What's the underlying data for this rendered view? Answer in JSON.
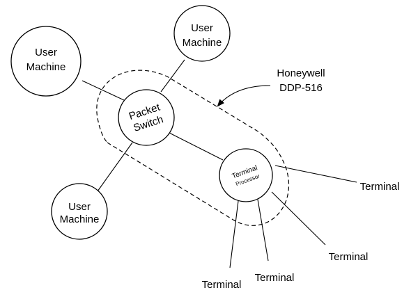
{
  "diagram": {
    "nodes": {
      "user_machine_left": {
        "line1": "User",
        "line2": "Machine"
      },
      "user_machine_top": {
        "line1": "User",
        "line2": "Machine"
      },
      "user_machine_bottom": {
        "line1": "User",
        "line2": "Machine"
      },
      "packet_switch": {
        "line1": "Packet",
        "line2": "Switch"
      },
      "terminal_processor": {
        "line1": "Terminal",
        "line2": "Processor"
      }
    },
    "annotation": {
      "line1": "Honeywell",
      "line2": "DDP-516"
    },
    "terminals": [
      "Terminal",
      "Terminal",
      "Terminal",
      "Terminal"
    ]
  }
}
